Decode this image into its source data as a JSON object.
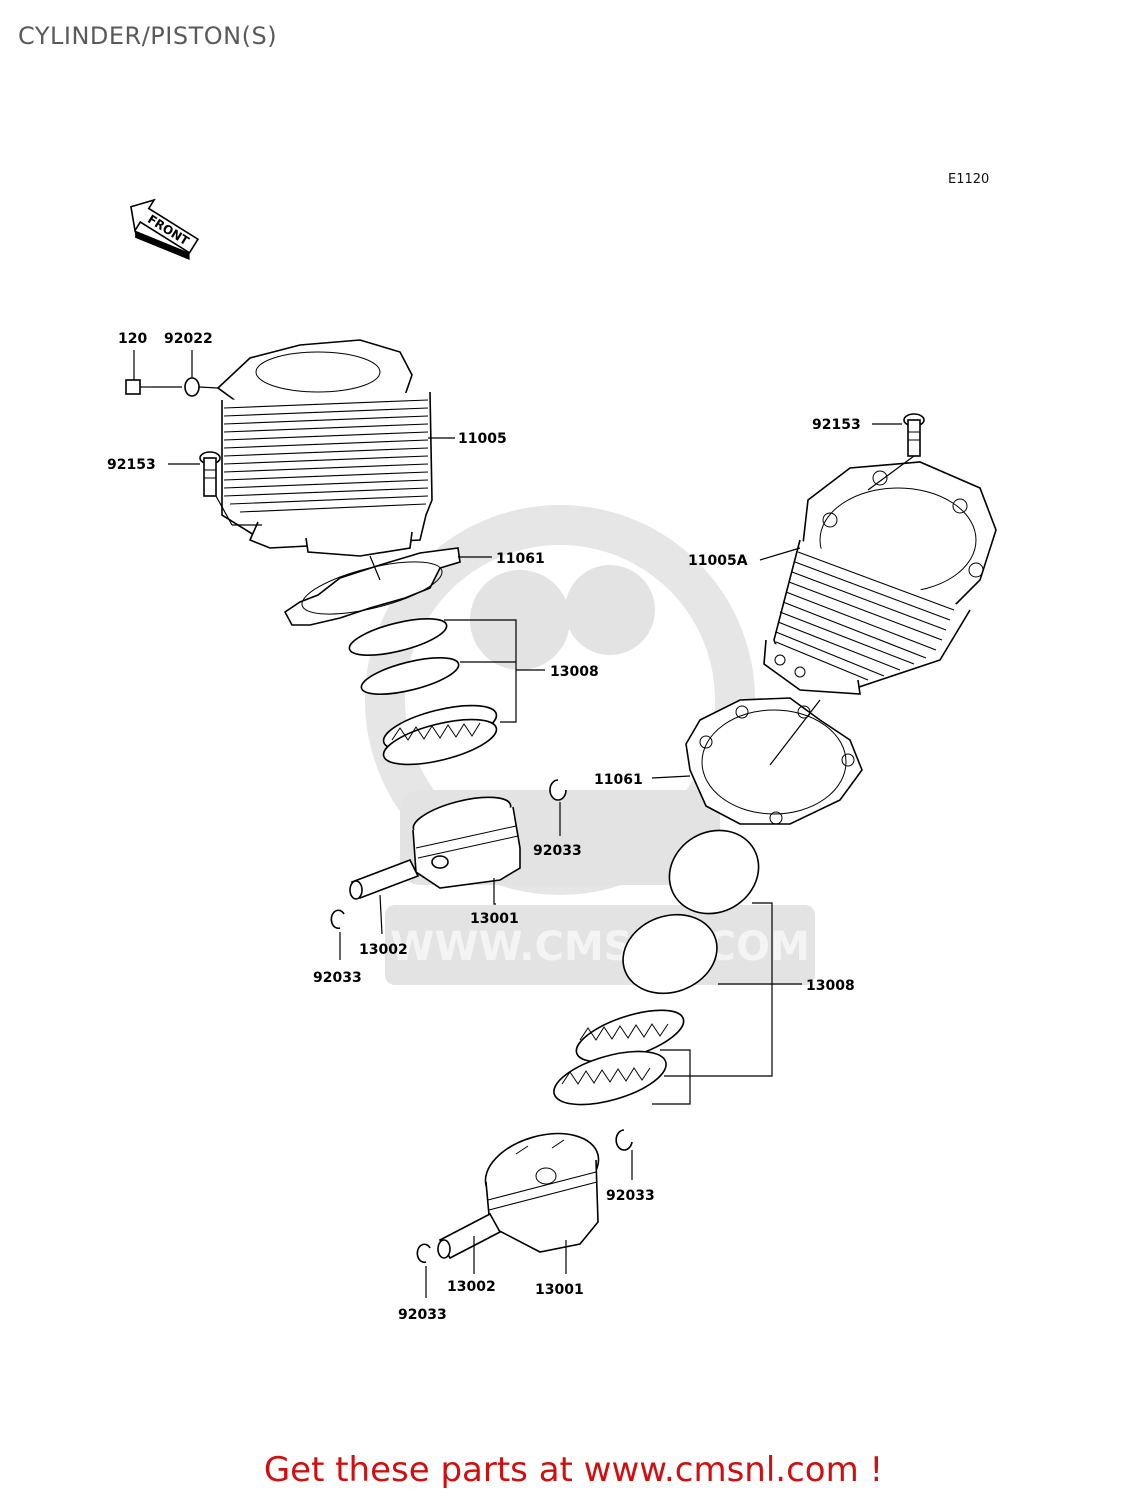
{
  "title": "CYLINDER/PISTON(S)",
  "diagram_code": "E1120",
  "front_marker": "FRONT",
  "watermark_text": "WWW.CMSNL.COM",
  "cta": "Get these parts at www.cmsnl.com !",
  "parts": {
    "p120": "120",
    "p92022": "92022",
    "p11005": "11005",
    "p92153_left": "92153",
    "p11061_left": "11061",
    "p13008_left": "13008",
    "p92033_a": "92033",
    "p13001_left": "13001",
    "p13002_left": "13002",
    "p92033_b": "92033",
    "p92153_right": "92153",
    "p11005A": "11005A",
    "p11061_right": "11061",
    "p13008_right": "13008",
    "p92033_c": "92033",
    "p13002_right": "13002",
    "p13001_right": "13001",
    "p92033_d": "92033"
  }
}
